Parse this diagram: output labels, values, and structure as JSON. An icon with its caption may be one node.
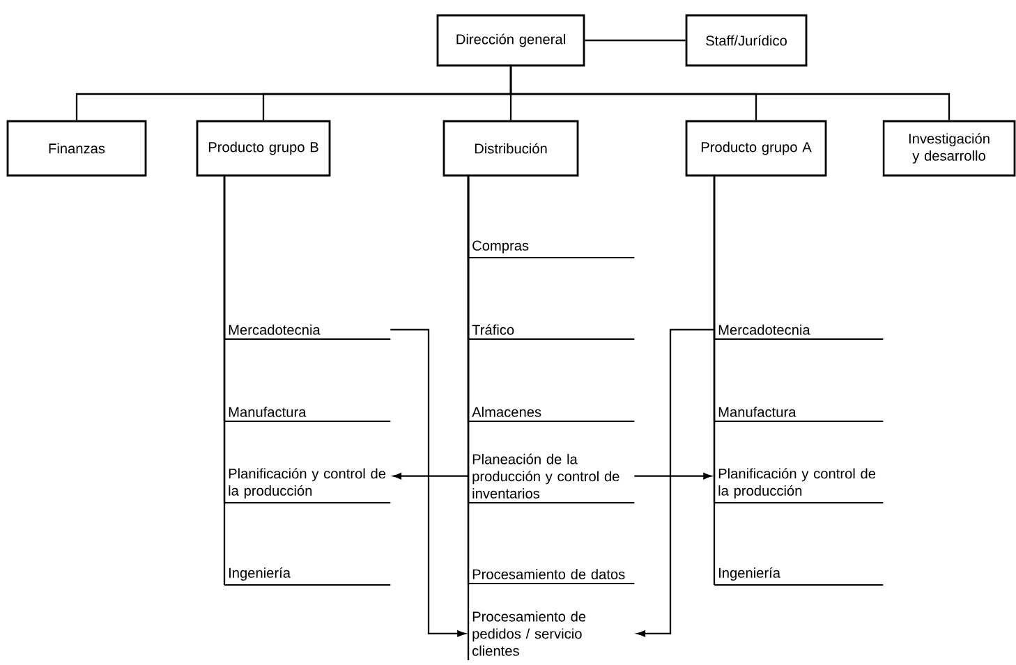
{
  "diagram": {
    "nodes": [
      {
        "text": [
          "Dirección general"
        ]
      },
      {
        "text": [
          "Staff/Jurídico"
        ]
      },
      {
        "text": [
          "Finanzas"
        ]
      },
      {
        "text": [
          "Producto grupo B"
        ]
      },
      {
        "text": [
          "Distribución"
        ]
      },
      {
        "text": [
          "Producto grupo A"
        ]
      },
      {
        "text": [
          "Investigación y desarrollo"
        ]
      },
      {
        "text": [
          "Mercadotecnia"
        ]
      },
      {
        "text": [
          "Manufactura"
        ]
      },
      {
        "text": [
          "Planificación y control de la producción"
        ]
      },
      {
        "text": [
          "Ingeniería"
        ]
      },
      {
        "text": [
          "Compras"
        ]
      },
      {
        "text": [
          "Tráfico"
        ]
      },
      {
        "text": [
          "Almacenes"
        ]
      },
      {
        "text": [
          "Planeación de la producción y control de inventarios"
        ]
      },
      {
        "text": [
          "Procesamiento de datos"
        ]
      },
      {
        "text": [
          "Procesamiento de pedidos / servicio clientes"
        ]
      },
      {
        "text": [
          "Mercadotecnia"
        ]
      },
      {
        "text": [
          "Manufactura"
        ]
      },
      {
        "text": [
          "Planificación y control de la producción"
        ]
      },
      {
        "text": [
          "Ingeniería"
        ]
      }
    ],
    "edges": [
      {
        "from": 0,
        "to": 1,
        "arrow": "none"
      },
      {
        "from": 0,
        "to": 2,
        "arrow": "none"
      },
      {
        "from": 0,
        "to": 3,
        "arrow": "none"
      },
      {
        "from": 0,
        "to": 4,
        "arrow": "none"
      },
      {
        "from": 0,
        "to": 5,
        "arrow": "none"
      },
      {
        "from": 0,
        "to": 6,
        "arrow": "none"
      },
      {
        "from": 3,
        "to": 7,
        "arrow": "none"
      },
      {
        "from": 3,
        "to": 8,
        "arrow": "none"
      },
      {
        "from": 3,
        "to": 9,
        "arrow": "none"
      },
      {
        "from": 3,
        "to": 10,
        "arrow": "none"
      },
      {
        "from": 4,
        "to": 11,
        "arrow": "none"
      },
      {
        "from": 4,
        "to": 12,
        "arrow": "none"
      },
      {
        "from": 4,
        "to": 13,
        "arrow": "none"
      },
      {
        "from": 4,
        "to": 14,
        "arrow": "none"
      },
      {
        "from": 4,
        "to": 15,
        "arrow": "none"
      },
      {
        "from": 4,
        "to": 16,
        "arrow": "none"
      },
      {
        "from": 5,
        "to": 17,
        "arrow": "none"
      },
      {
        "from": 5,
        "to": 18,
        "arrow": "none"
      },
      {
        "from": 5,
        "to": 19,
        "arrow": "none"
      },
      {
        "from": 5,
        "to": 20,
        "arrow": "none"
      },
      {
        "from": 7,
        "to": 16,
        "arrow": "to"
      },
      {
        "from": 17,
        "to": 16,
        "arrow": "to"
      },
      {
        "from": 14,
        "to": 9,
        "arrow": "to"
      },
      {
        "from": 14,
        "to": 19,
        "arrow": "to"
      }
    ]
  }
}
